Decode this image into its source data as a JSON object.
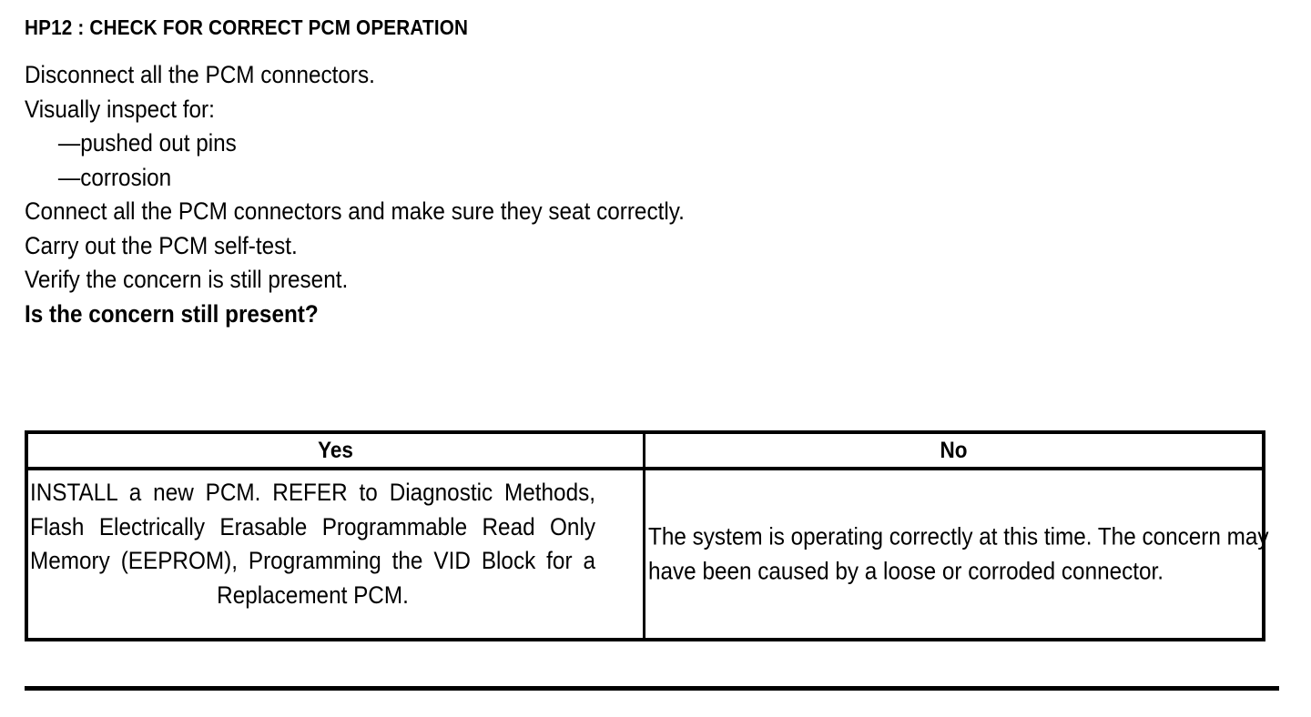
{
  "document": {
    "title": "HP12 : CHECK FOR CORRECT PCM OPERATION",
    "background_color": "#ffffff",
    "text_color": "#000000"
  },
  "steps": [
    {
      "text": "Disconnect all the PCM connectors.",
      "style": "normal"
    },
    {
      "text": "Visually inspect for:",
      "style": "normal"
    },
    {
      "text": "—pushed out pins",
      "style": "dash"
    },
    {
      "text": "—corrosion",
      "style": "dash"
    },
    {
      "text": "Connect all the PCM connectors and make sure they seat correctly.",
      "style": "normal"
    },
    {
      "text": "Carry out the PCM self-test.",
      "style": "normal"
    },
    {
      "text": "Verify the concern is still present.",
      "style": "normal"
    },
    {
      "text": "Is the concern still present?",
      "style": "bold"
    }
  ],
  "decision_table": {
    "headers": [
      "Yes",
      "No"
    ],
    "row": {
      "yes_action": "INSTALL a new PCM. REFER to Diagnostic Methods, Flash Electrically Erasable Programmable Read Only Memory (EEPROM), Programming the VID Block for a Replacement PCM.",
      "no_action": "The system is operating correctly at this time. The concern may have been caused by a loose or corroded connector."
    }
  }
}
